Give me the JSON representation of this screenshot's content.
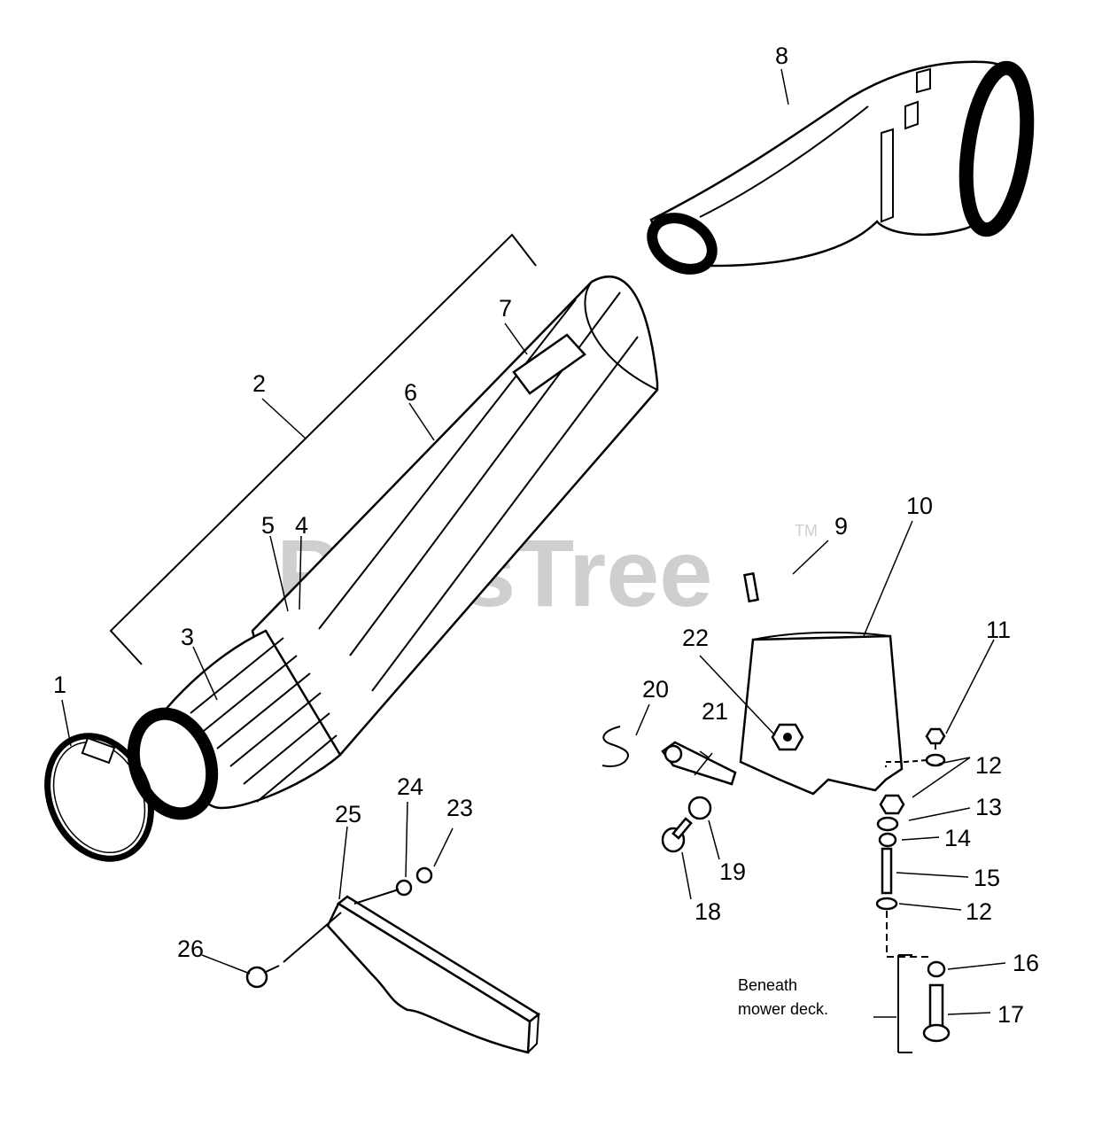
{
  "watermark": {
    "text": "PartsTree",
    "trademark": "TM"
  },
  "note": {
    "line1": "Beneath",
    "line2": "mower deck."
  },
  "callouts": {
    "c1": "1",
    "c2": "2",
    "c3": "3",
    "c4": "4",
    "c5": "5",
    "c6": "6",
    "c7": "7",
    "c8": "8",
    "c9": "9",
    "c10": "10",
    "c11": "11",
    "c12a": "12",
    "c12b": "12",
    "c13": "13",
    "c14": "14",
    "c15": "15",
    "c16": "16",
    "c17": "17",
    "c18": "18",
    "c19": "19",
    "c20": "20",
    "c21": "21",
    "c22": "22",
    "c23": "23",
    "c24": "24",
    "c25": "25",
    "c26": "26"
  }
}
